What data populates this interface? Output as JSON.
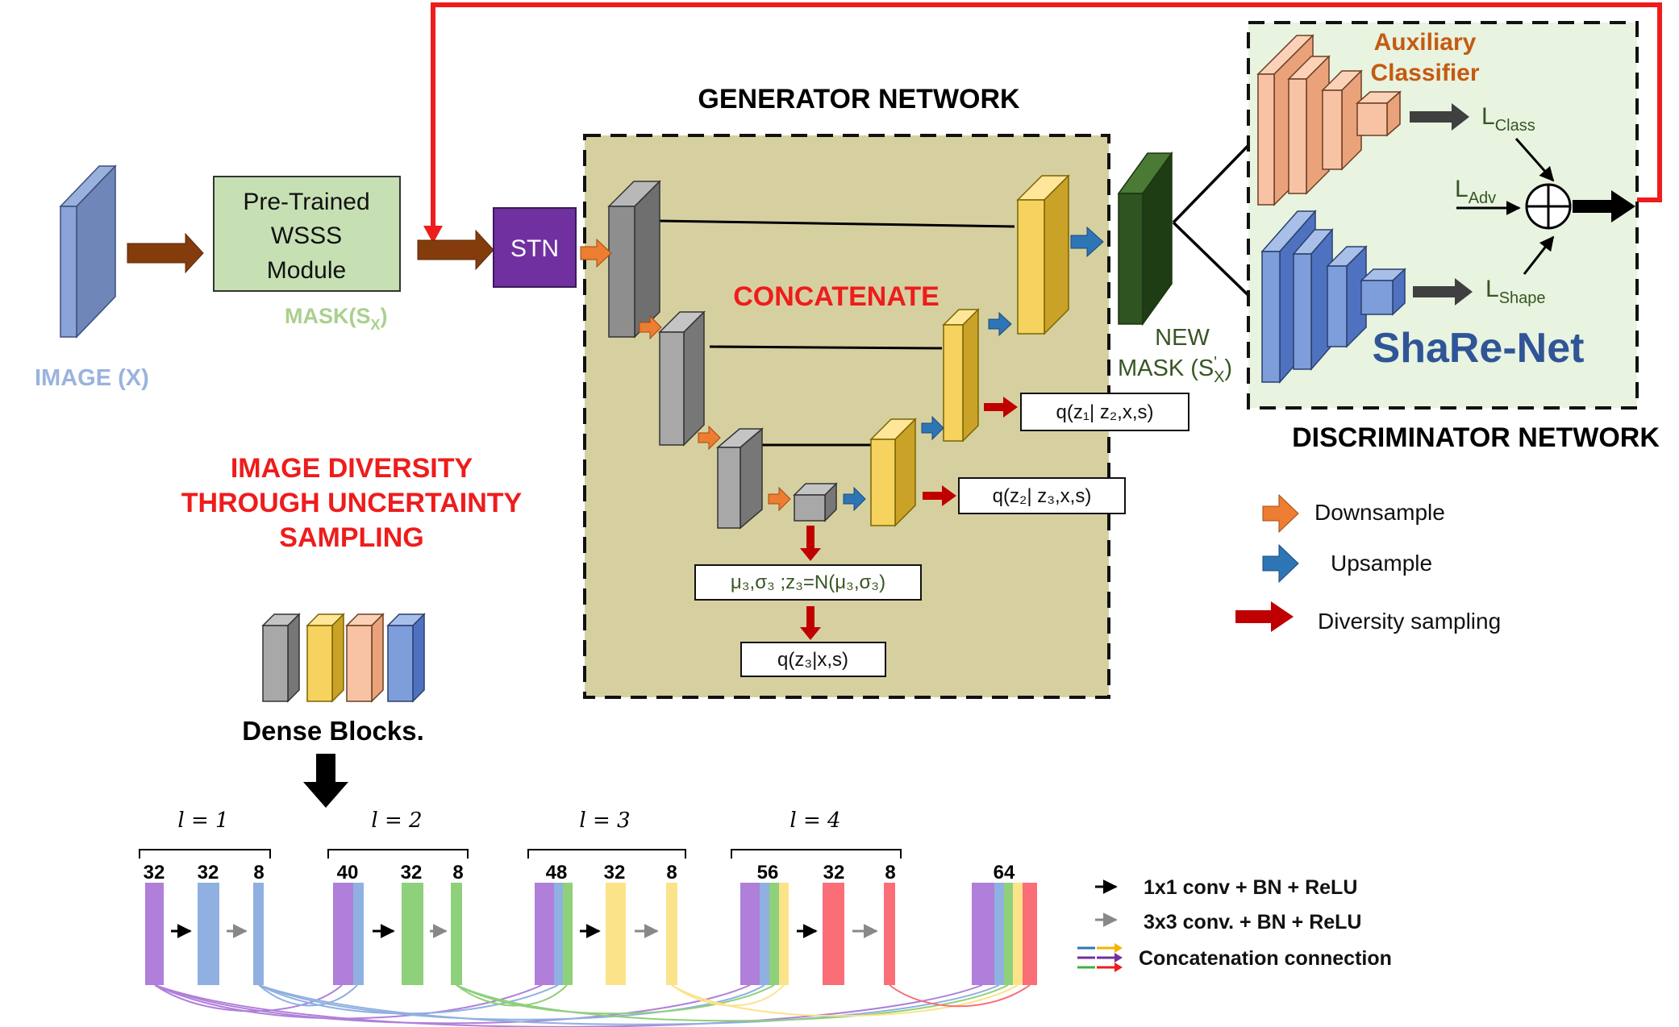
{
  "labels": {
    "image": "IMAGE (X)",
    "wsss_line1": "Pre-Trained",
    "wsss_line2": "WSSS",
    "wsss_line3": "Module",
    "mask_prefix": "MASK(S",
    "mask_sub": "X",
    "mask_suffix": ")",
    "stn": "STN",
    "generator_title": "GENERATOR NETWORK",
    "concatenate": "CONCATENATE",
    "new_mask_line1": "NEW",
    "new_mask_line2": "MASK (S",
    "new_mask_sup": "'",
    "new_mask_sub": "X",
    "new_mask_suffix": ")",
    "aux_line1": "Auxiliary",
    "aux_line2": "Classifier",
    "l_class_main": "L",
    "l_class_sub": "Class",
    "l_adv_main": "L",
    "l_adv_sub": "Adv",
    "l_shape_main": "L",
    "l_shape_sub": "Shape",
    "sharenet": "ShaRe-Net",
    "discriminator_title": "DISCRIMINATOR NETWORK",
    "diversity_line1": "IMAGE DIVERSITY",
    "diversity_line2": "THROUGH  UNCERTAINTY",
    "diversity_line3": "SAMPLING",
    "dense_blocks": "Dense Blocks."
  },
  "formulas": {
    "q_z1": "q(z₁| z₂,x,s)",
    "q_z2": "q(z₂| z₃,x,s)",
    "mu_sigma": "μ₃,σ₃ ;z₃=N(μ₃,σ₃)",
    "q_z3": "q(z₃|x,s)"
  },
  "legend": {
    "downsample": "Downsample",
    "upsample": "Upsample",
    "diversity_sampling": "Diversity sampling"
  },
  "dense_legend": {
    "conv1x1": "1x1 conv + BN + ReLU",
    "conv3x3": "3x3 conv. + BN + ReLU",
    "concat": "Concatenation connection"
  },
  "dense_layers": [
    {
      "label": "l = 1",
      "numbers": [
        "32",
        "32",
        "8"
      ]
    },
    {
      "label": "l = 2",
      "numbers": [
        "40",
        "32",
        "8"
      ]
    },
    {
      "label": "l = 3",
      "numbers": [
        "48",
        "32",
        "8"
      ]
    },
    {
      "label": "l = 4",
      "numbers": [
        "56",
        "32",
        "8"
      ]
    }
  ],
  "dense_final": "64",
  "colors": {
    "image_block": "#7d96c9",
    "wsss_fill": "#c6e0b4",
    "stn_fill": "#7030a0",
    "generator_bg": "#d6d0a0",
    "discriminator_bg": "#e8f3e0",
    "red_loop": "#ee1c1c",
    "brown_arrow": "#843c0c",
    "orange_arrow": "#ed7d31",
    "blue_arrow": "#2e75b6",
    "dark_red_arrow": "#c00000",
    "mask_green": "#2f5321",
    "aux_orange": "#c55a11",
    "sharenet_blue": "#2f5597",
    "dense_purple": "#b07fd9",
    "dense_blue": "#8fb0e0",
    "dense_green": "#8fd07a",
    "dense_yellow": "#fbe38a",
    "dense_red": "#fa6e78"
  }
}
